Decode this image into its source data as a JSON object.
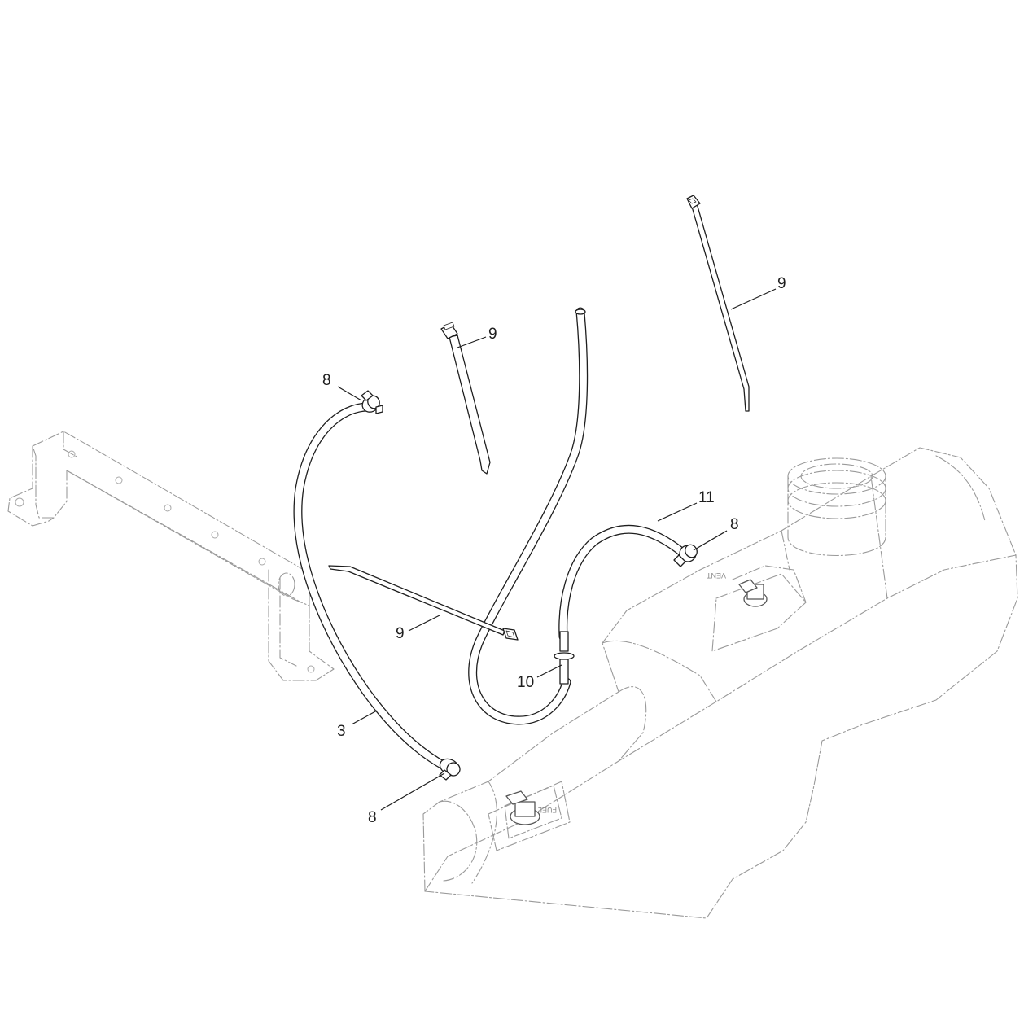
{
  "callouts": {
    "c3": "3",
    "c8_top": "8",
    "c8_right": "8",
    "c8_bottom": "8",
    "c9_strap_top": "9",
    "c9_long": "9",
    "c9_strap_mid": "9",
    "c10": "10",
    "c11": "11"
  },
  "colors": {
    "line": "#1e1e1e",
    "phantom": "#9a9a9a",
    "background": "#ffffff"
  }
}
